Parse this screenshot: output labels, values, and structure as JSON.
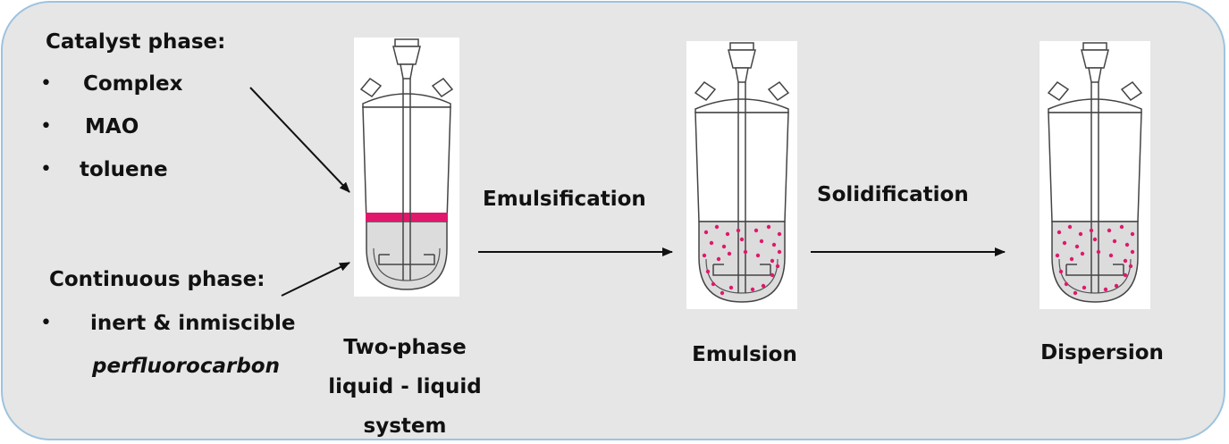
{
  "catalyst_phase": {
    "heading": "Catalyst phase:",
    "items": [
      "Complex",
      "MAO",
      "toluene"
    ]
  },
  "continuous_phase": {
    "heading": "Continuous phase:",
    "items": [
      "inert & inmiscible",
      "perfluorocarbon"
    ]
  },
  "steps": [
    {
      "label": "Emulsification"
    },
    {
      "label": "Solidification"
    }
  ],
  "reactors": [
    {
      "caption_lines": [
        "Two-phase",
        "liquid - liquid",
        "system"
      ]
    },
    {
      "caption_lines": [
        "Emulsion"
      ]
    },
    {
      "caption_lines": [
        "Dispersion"
      ]
    }
  ],
  "colors": {
    "panel_background": "#e6e6e6",
    "panel_border": "#9ec3dd",
    "catalyst_layer": "#e0186c",
    "droplets": "#e0186c",
    "liquid": "#dcdcdc"
  }
}
